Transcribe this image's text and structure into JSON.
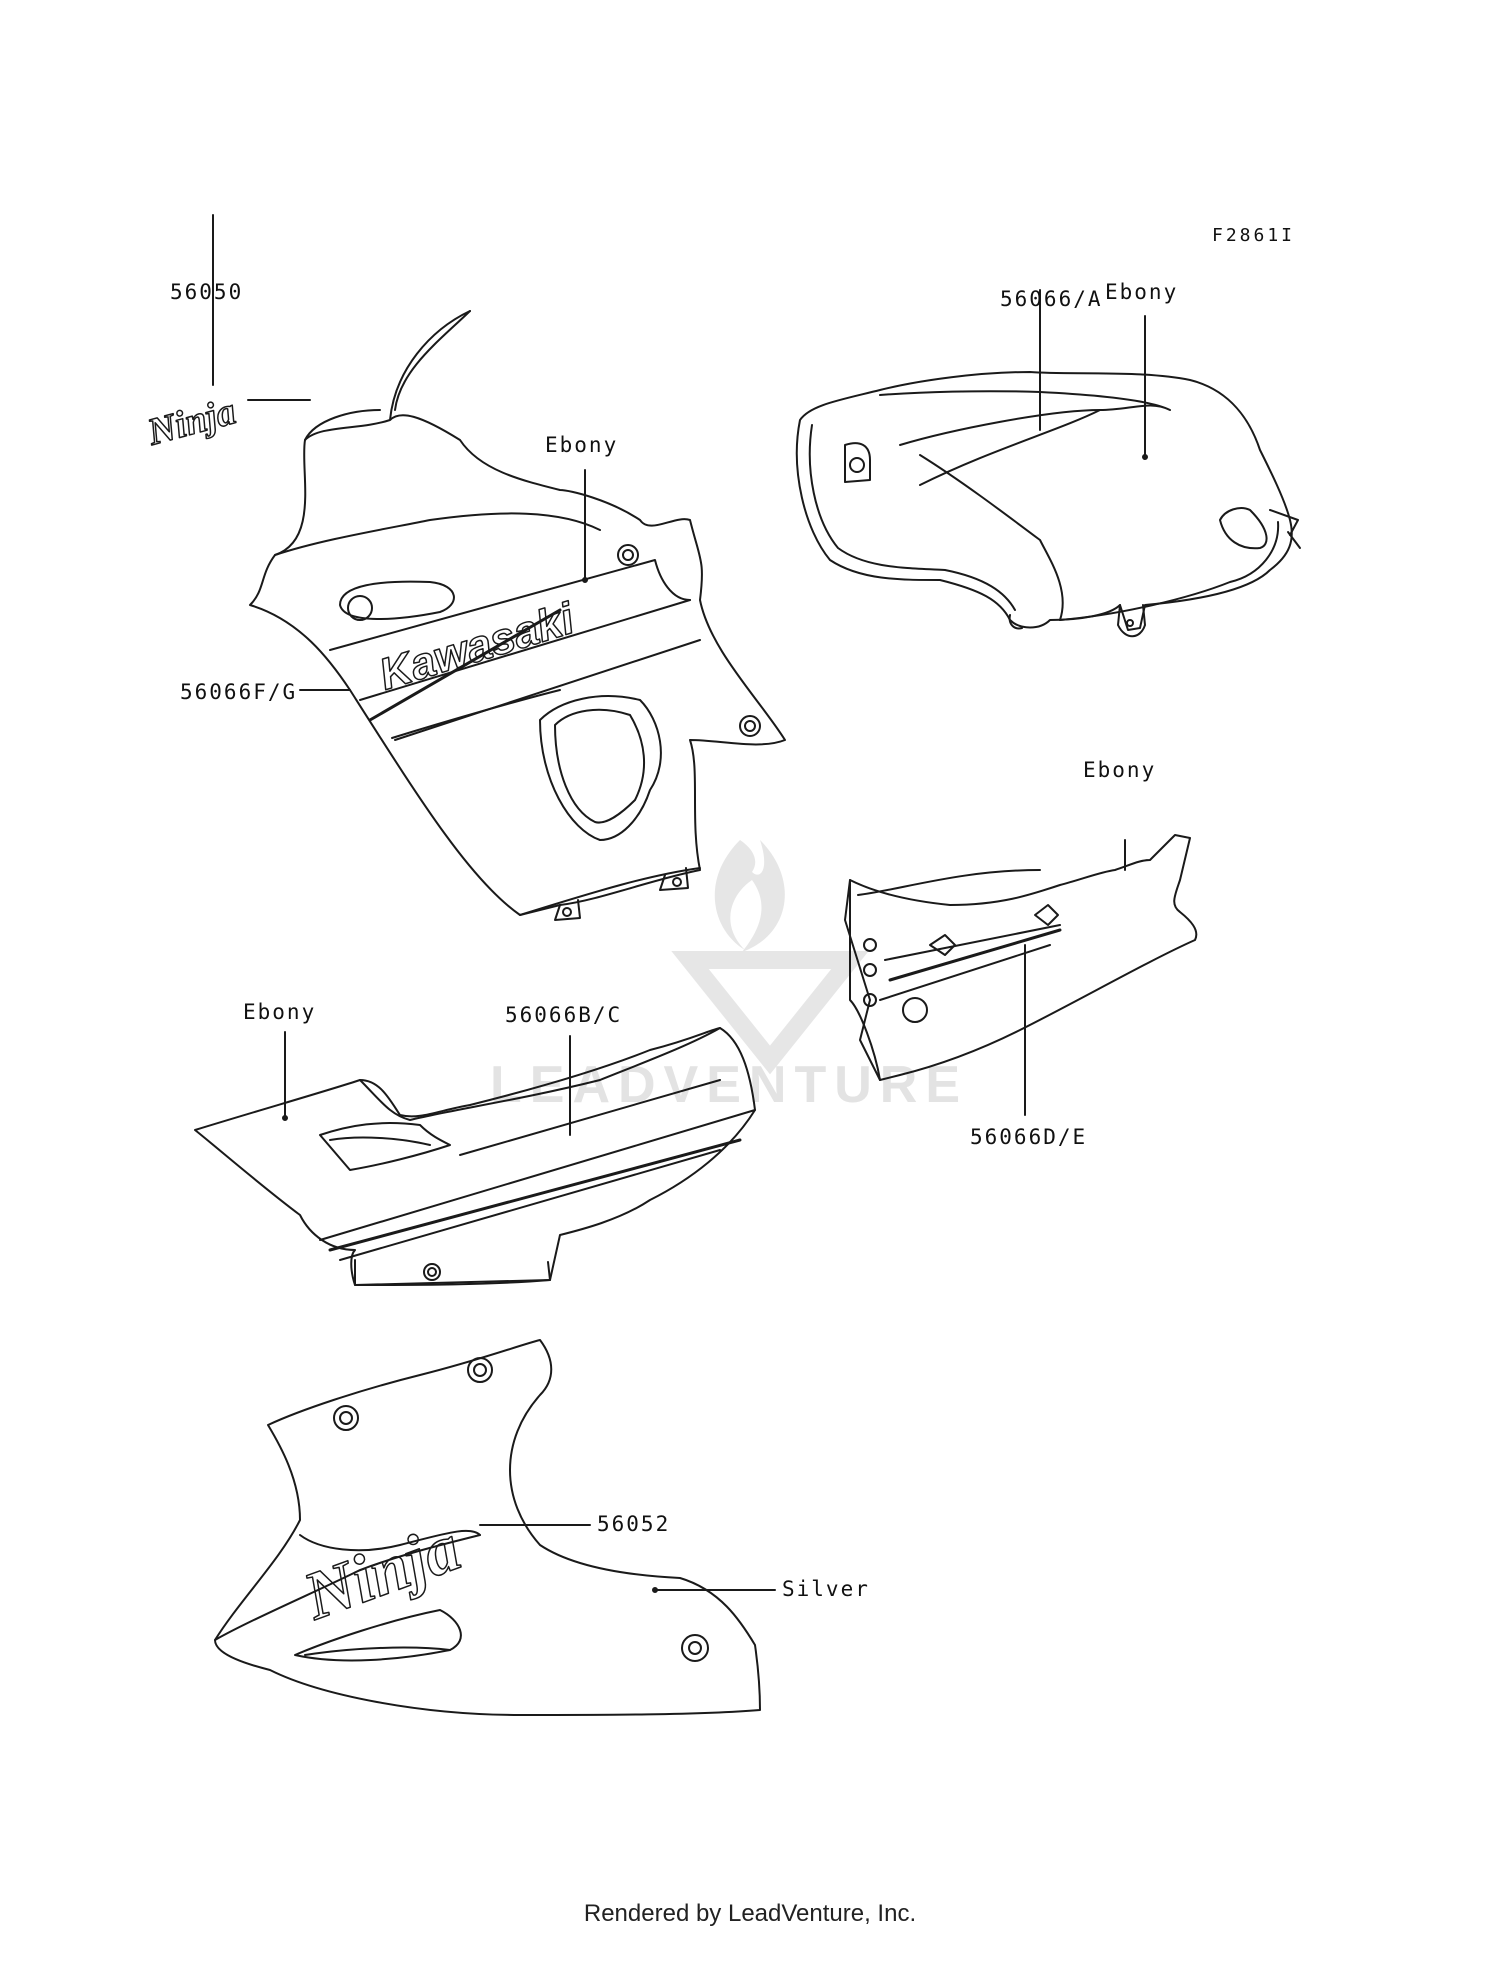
{
  "diagram": {
    "figure_id": "F2861I",
    "labels": {
      "part_56050": "56050",
      "part_56066fg": "56066F/G",
      "ebony_upper_cowl": "Ebony",
      "part_56066a": "56066/A",
      "ebony_tank": "Ebony",
      "ebony_side_cover": "Ebony",
      "part_56066de": "56066D/E",
      "ebony_lower_left": "Ebony",
      "part_56066bc": "56066B/C",
      "part_56052": "56052",
      "silver": "Silver"
    },
    "decal_text": {
      "kawasaki": "Kawasaki",
      "ninja": "Ninja"
    },
    "watermark": "LEADVENTURE"
  },
  "footer": {
    "text": "Rendered by LeadVenture, Inc."
  },
  "colors": {
    "line": "#1a1a1a",
    "watermark": "#e3e3e3",
    "background": "#ffffff"
  }
}
